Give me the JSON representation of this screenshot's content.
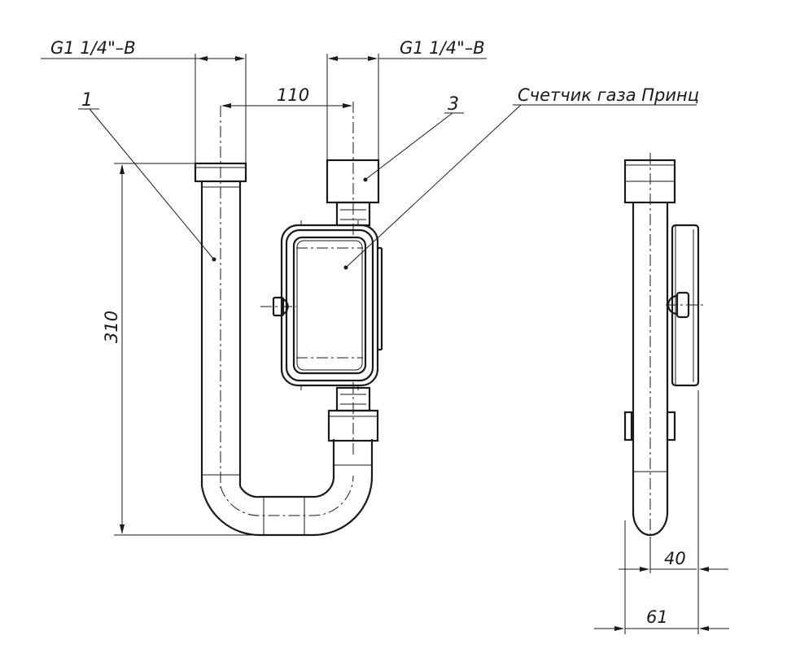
{
  "labels": {
    "thread_left": "G1 1/4\"–B",
    "thread_right": "G1 1/4\"–B",
    "dim_spacing": "110",
    "dim_height": "310",
    "callout_1": "1",
    "callout_3": "3",
    "callout_meter": "Счетчик газа Принц",
    "dim_depth_inner": "40",
    "dim_depth_outer": "61"
  }
}
